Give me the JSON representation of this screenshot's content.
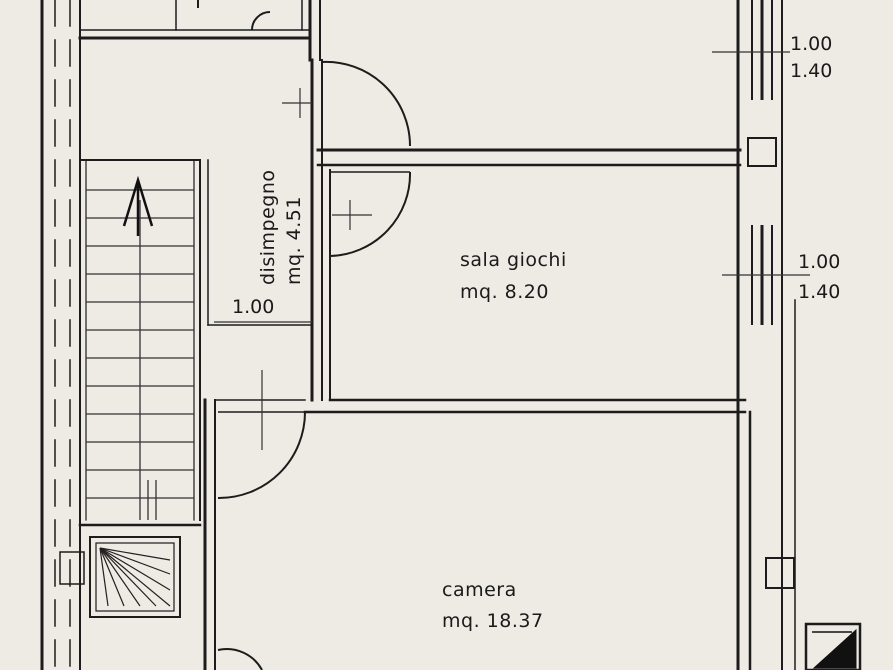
{
  "plan": {
    "rooms": {
      "disimpegno": {
        "name": "disimpegno",
        "area": "mq. 4.51"
      },
      "sala_giochi": {
        "name": "sala giochi",
        "area": "mq.  8.20"
      },
      "camera": {
        "name": "camera",
        "area": "mq.  18.37"
      }
    },
    "openings": {
      "door_disimpegno": "1.00",
      "window_upper_width": "1.00",
      "window_upper_height": "1.40",
      "window_sala_width": "1.00",
      "window_sala_height": "1.40"
    }
  }
}
